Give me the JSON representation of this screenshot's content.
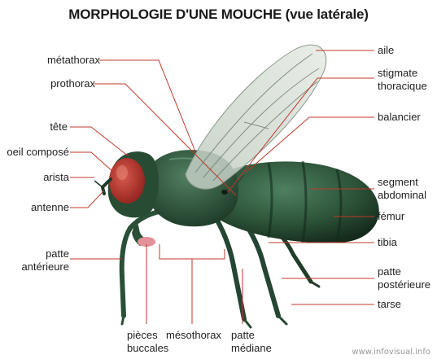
{
  "title": "MORPHOLOGIE D'UNE MOUCHE (vue latérale)",
  "labels": {
    "metathorax": "métathorax",
    "prothorax": "prothorax",
    "tete": "tête",
    "oeil": "oeil composé",
    "arista": "arista",
    "antenne": "antenne",
    "patte_ant_1": "patte",
    "patte_ant_2": "antérieure",
    "aile": "aile",
    "stigmate_1": "stigmate",
    "stigmate_2": "thoracique",
    "balancier": "balancier",
    "segment_1": "segment",
    "segment_2": "abdominal",
    "femur": "fémur",
    "tibia": "tibia",
    "patte_post_1": "patte",
    "patte_post_2": "postérieure",
    "tarse": "tarse",
    "pieces_1": "pièces",
    "pieces_2": "buccales",
    "mesothorax": "mésothorax",
    "patte_med_1": "patte",
    "patte_med_2": "médiane"
  },
  "watermark": "www.infovisual.info",
  "colors": {
    "leader": "#c0392b",
    "body": "#2f5a3e",
    "body_dark": "#17301f",
    "eye": "#b5312b",
    "wing": "#c9d3c9",
    "mouth": "#e4919a"
  }
}
